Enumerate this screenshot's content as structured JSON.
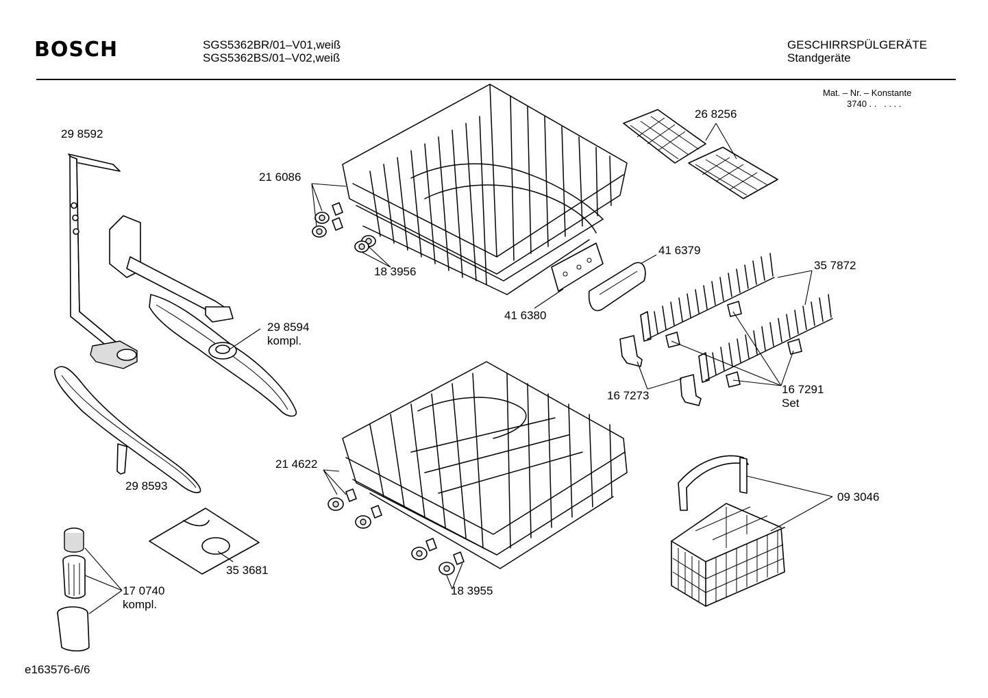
{
  "header": {
    "brand": "BOSCH",
    "model_line_1": "SGS5362BR/01–V01,weiß",
    "model_line_2": "SGS5362BS/01–V02,weiß",
    "category": "GESCHIRRSPÜLGERÄTE",
    "subcategory": "Standgeräte",
    "mat_label": "Mat. – Nr. – Konstante",
    "mat_value": "3740 . .   . . . ."
  },
  "parts": {
    "p298592": "29 8592",
    "p216086": "21 6086",
    "p183956": "18 3956",
    "p268256": "26 8256",
    "p416379": "41 6379",
    "p416380": "41 6380",
    "p357872": "35 7872",
    "p298594": "29 8594",
    "p298594_note": "kompl.",
    "p167273": "16 7273",
    "p167291": "16 7291",
    "p167291_note": "Set",
    "p298593": "29 8593",
    "p214622": "21 4622",
    "p093046": "09 3046",
    "p353681": "35 3681",
    "p170740": "17 0740",
    "p170740_note": "kompl.",
    "p183955": "18 3955"
  },
  "footer": {
    "doc_id": "e163576-6/6"
  }
}
